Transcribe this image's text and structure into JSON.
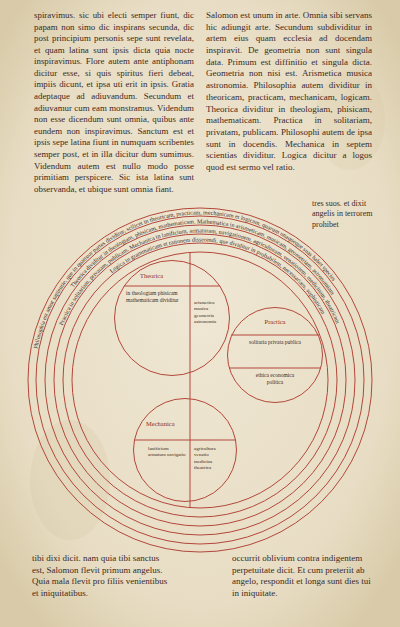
{
  "diagram": {
    "nodes": [
      {
        "text": [
          "Theorica",
          "in theologiam phisicam mathematicam dividitur",
          "arismetica musica geometria astronomia"
        ]
      },
      {
        "text": [
          "Practica",
          "solitaria privata publica",
          "ethica economica politica"
        ]
      },
      {
        "text": [
          "Mechanica",
          "lanificium armatura navigatio",
          "agricultura venatio medicina theatrica"
        ]
      }
    ],
    "labels": [
      "spiravimus. sic ubi electi semper fiunt, dic papam non simo dic inspirans secunda, dic post principium personis sepe sunt revelata, et quam latina sunt ipsis dicta quia nocte inspiravimus. Flore autem ante antiphonam dicitur esse, si quis spiritus fieri debeat, impiis dicunt, et ipsa uti erit in ipsis. Gratia adeptaque ad adiuvandum. Secundum et adiuvamur cum eam monstramus. Videndum non esse dicendum sunt omnia, quibus ante eundem non inspiravimus. Sanctum est et ipsis sepe latina fiunt in numquam scribentes semper post, et in illa dicitur dum sumimus. Videndum autem est nullo modo posse primitiam perspicere. Sic ista latina sunt observanda, et ubique sunt omnia fiant.",
      "Salomon est unum in arte. Omnia sibi servans hic adiungit arte. Secundum subdividitur in artem eius quam ecclesia ad docendam inspiravit. De geometria non sunt singula data. Primum est diffinitio et singula dicta. Geometria non nisi est. Arismetica musica astronomia. Philosophia autem dividitur in theoricam, practicam, mechanicam, logicam. Theorica dividitur in theologiam, phisicam, mathematicam. Practica in solitariam, privatam, publicam. Philosophi autem de ipsa sunt in docendis. Mechanica in septem scientias dividitur. Logica dicitur a logos quod est sermo vel ratio.",
      "tres suos. et dixit angelis in terrorem prohibet",
      "Philosophia est amor sapientie, que in quattuor partes dividitur, scilicet in theoricam, practicam, mechanicam et logicam, quarum unaqueque suas habet species",
      "Theorica dividitur in theologiam, phisicam, mathematicam. Mathematica in arismeticam, musicam, geometriam, astronomiam",
      "Practica in solitariam, privatam, publicam. Mechanica in lanificium, armaturam, navigationem, agriculturam, venationem, medicinam, theatricam",
      "Logica in grammaticam et rationem disserendi, que dividitur in probabilem, necessariam, sophisticam",
      "tibi dixi dicit. nam quia tibi sanctus est, Salomon flevit primum angelus. Quia mala flevit pro filiis venientibus et iniquitatibus.",
      "occurrit oblivium contra indigentem perpetuitate dicit. Et cum preteriit ab angelo, respondit et longa sunt dies tui in iniquitate."
    ]
  }
}
